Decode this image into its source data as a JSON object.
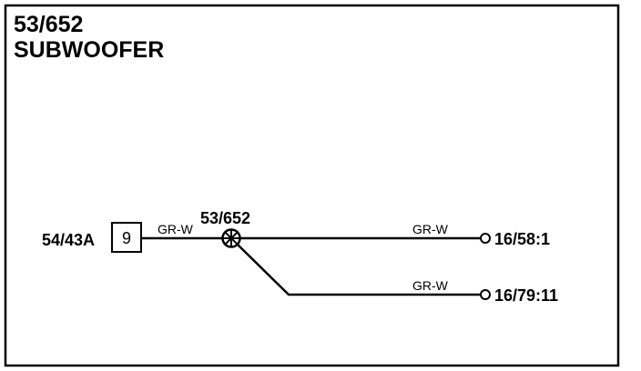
{
  "title": {
    "code": "53/652",
    "name": "SUBWOOFER"
  },
  "connector": {
    "label": "54/43A",
    "pin": "9"
  },
  "splice": {
    "label": "53/652"
  },
  "wires": {
    "connector_to_splice": "GR-W",
    "splice_to_terminal_1": "GR-W",
    "splice_to_terminal_2": "GR-W"
  },
  "terminals": [
    {
      "label": "16/58:1"
    },
    {
      "label": "16/79:11"
    }
  ]
}
